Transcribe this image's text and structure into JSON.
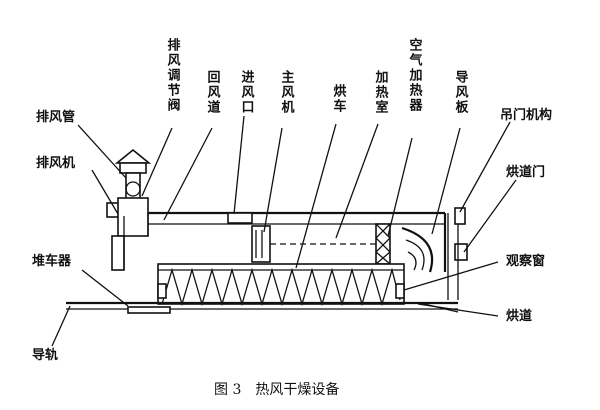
{
  "labels": {
    "exhaust_pipe": "排风管",
    "exhaust_fan": "排风机",
    "exhaust_valve": "排风调节阀",
    "return_duct": "回风道",
    "air_inlet": "进风口",
    "main_fan": "主风机",
    "oven_cart": "烘车",
    "heating_room": "加热室",
    "air_heater": "空气加热器",
    "guide_plate": "导风板",
    "door_mechanism": "吊门机构",
    "tunnel_door": "烘道门",
    "cart_pusher": "堆车器",
    "observation_window": "观察窗",
    "tunnel": "烘道",
    "guide_rail": "导轨"
  },
  "caption": "图 3　热风干燥设备"
}
